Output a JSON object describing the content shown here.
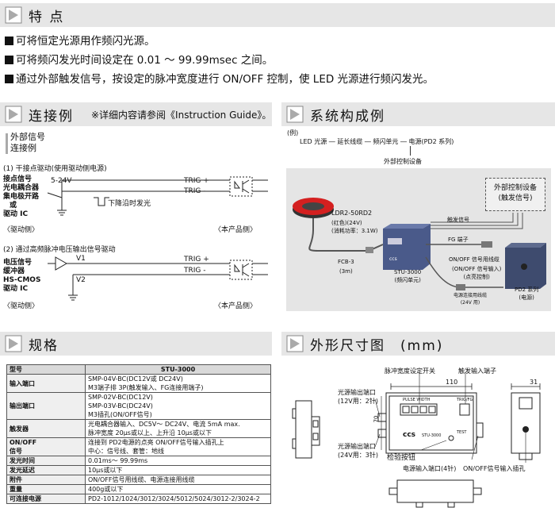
{
  "features": {
    "title": "特 点",
    "items": [
      "可将恒定光源用作频闪光源。",
      "可将频闪发光时间设定在 0.01 ～ 99.99msec 之间。",
      "通过外部触发信号，按设定的脉冲宽度进行 ON/OFF 控制，使 LED 光源进行频闪发光。"
    ]
  },
  "connection": {
    "title": "连接例",
    "note": "※详细内容请参阅《Instruction Guide》。",
    "ext_signal_line1": "外部信号",
    "ext_signal_line2": "连接例",
    "case1_title": "(1) 干接点驱动(使用驱动侧电源)",
    "case1_left": [
      "接点信号",
      "光电耦合器",
      "集电极开路",
      "或",
      "驱动 IC"
    ],
    "case1_left_note": "〈驱动侧〉",
    "case1_voltage": "5-24V",
    "case1_falling": "下降沿时发光",
    "trig_plus": "TRIG +",
    "trig_minus": "TRIG -",
    "product_side": "〈本产品侧〉",
    "case2_title": "(2) 通过高频脉冲电压输出信号驱动",
    "case2_left": [
      "电压信号",
      "缓冲器",
      "HS-CMOS",
      "驱动 IC"
    ],
    "case2_left_note": "〈驱动侧〉",
    "v1": "V1",
    "v2": "V2"
  },
  "system": {
    "title": "系统构成例",
    "example": "(例)",
    "chain": [
      "LED 光源",
      "延长线缆",
      "频闪单元",
      "电源(PD2 系列)"
    ],
    "ext_control": "外部控制设备",
    "box_line1": "外部控制设备",
    "box_line2": "(触发信号)",
    "trigger_signal": "触发信号",
    "led_model": "LDR2-50RD2",
    "led_spec1": "(红色)(24V)",
    "led_spec2": "(消耗功率：3.1W)",
    "fg_terminal": "FG 端子",
    "onoff_cable": "ON/OFF 信号用线缆",
    "onoff_input1": "(ON/OFF 信号输入)",
    "onoff_input2": "(点亮控制)",
    "fcb_model": "FCB-3",
    "fcb_len": "(3m)",
    "stu_model": "STU-3000",
    "stu_desc": "(频闪单元)",
    "power_cable1": "电源连接用线缆",
    "power_cable2": "(24V 用)",
    "pd2_model": "PD2 系列",
    "pd2_desc": "(电源)"
  },
  "spec": {
    "title": "规格",
    "header": [
      "型号",
      "STU-3000"
    ],
    "rows": [
      {
        "k": "输入端口",
        "v": [
          "SMP-04V-BC(DC12V或 DC24V)",
          "M3端子排 3P(触发输入、FG连接用端子)"
        ]
      },
      {
        "k": "输出端口",
        "v": [
          "SMP-02V-BC(DC12V)",
          "SMP-03V-BC(DC24V)",
          "M3插孔(ON/OFF信号)"
        ]
      },
      {
        "k": "触发器",
        "v": [
          "光电耦合器输入、DC5V～ DC24V、电流 5mA max.",
          "脉冲宽度 20μs或以上、上升沿 10μs或以下"
        ]
      },
      {
        "k": "ON/OFF|信号",
        "v": [
          "连接到 PD2电源的点亮 ON/OFF信号输入插孔上",
          "中心：信号线、套管：地线"
        ]
      },
      {
        "k": "发光时间",
        "v": [
          "0.01ms～ 99.99ms"
        ]
      },
      {
        "k": "发光延迟",
        "v": [
          "10μs或以下"
        ]
      },
      {
        "k": "附件",
        "v": [
          "ON/OFF信号用线缆、电源连接用线缆"
        ]
      },
      {
        "k": "重量",
        "v": [
          "400g或以下"
        ]
      },
      {
        "k": "可连接电源",
        "v": [
          "PD2-1012/1024/3012/3024/5012/5024/3012-2/3024-2"
        ]
      }
    ]
  },
  "dims": {
    "title": "外形尺寸图　(mm)",
    "pulse_switch": "脉冲宽度设定开关",
    "trigger_terminal": "触发输入端子",
    "w110": "110",
    "w31": "31",
    "out12_1": "光源输出端口",
    "out12_2": "(12V用：2针)",
    "out24_1": "光源输出端口",
    "out24_2": "(24V用：3针)",
    "test_button": "检验按钮",
    "power_port": "电源输入端口(4针)",
    "onoff_jack": "ON/OFF信号输入插孔",
    "dim_70": "70",
    "pulse_label": "PULSE WIDTH",
    "trig_label": "TRIG/FG",
    "test_label": "TEST",
    "brand": "ccs",
    "model_label": "STU-3000"
  },
  "colors": {
    "header_bg": "#e6e6e6",
    "accent_red": "#d42020",
    "panel_bg": "#e5e5e5"
  }
}
